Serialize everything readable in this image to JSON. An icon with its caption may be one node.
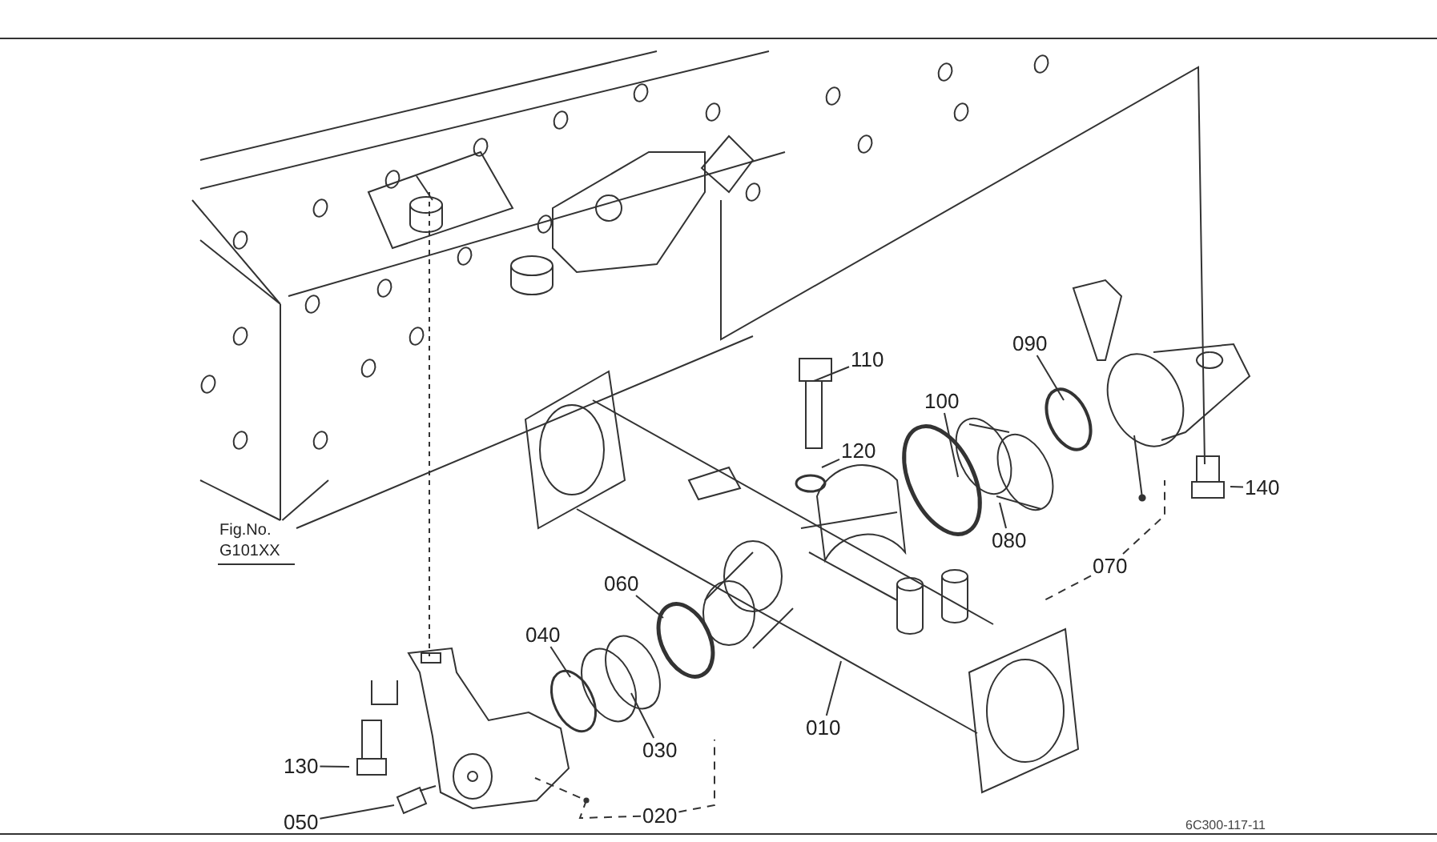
{
  "diagram": {
    "nodes": [
      {
        "text": [
          "110"
        ]
      },
      {
        "text": [
          "100"
        ]
      },
      {
        "text": [
          "090"
        ]
      },
      {
        "text": [
          "120"
        ]
      },
      {
        "text": [
          "140"
        ]
      },
      {
        "text": [
          "080"
        ]
      },
      {
        "text": [
          "070"
        ]
      },
      {
        "text": [
          "060"
        ]
      },
      {
        "text": [
          "040"
        ]
      },
      {
        "text": [
          "010"
        ]
      },
      {
        "text": [
          "030"
        ]
      },
      {
        "text": [
          "130"
        ]
      },
      {
        "text": [
          "020"
        ]
      },
      {
        "text": [
          "050"
        ]
      },
      {
        "text": [
          "Fig.No. G101XX"
        ]
      }
    ],
    "edges": [
      {
        "from": 0,
        "to": null,
        "arrow": "none"
      },
      {
        "from": 1,
        "to": null,
        "arrow": "none"
      },
      {
        "from": 2,
        "to": null,
        "arrow": "none"
      },
      {
        "from": 3,
        "to": null,
        "arrow": "none"
      },
      {
        "from": 4,
        "to": null,
        "arrow": "none"
      },
      {
        "from": 5,
        "to": null,
        "arrow": "none"
      },
      {
        "from": 6,
        "to": null,
        "arrow": "none",
        "style": "dashed"
      },
      {
        "from": 7,
        "to": null,
        "arrow": "none"
      },
      {
        "from": 8,
        "to": null,
        "arrow": "none"
      },
      {
        "from": 9,
        "to": null,
        "arrow": "none"
      },
      {
        "from": 10,
        "to": null,
        "arrow": "none"
      },
      {
        "from": 11,
        "to": null,
        "arrow": "none"
      },
      {
        "from": 12,
        "to": null,
        "arrow": "none",
        "style": "dashed"
      },
      {
        "from": 13,
        "to": null,
        "arrow": "none"
      },
      {
        "from": 14,
        "to": null,
        "arrow": "none"
      },
      {
        "from": 6,
        "to": null,
        "arrow": "none",
        "style": "dashed"
      },
      {
        "from": 12,
        "to": null,
        "arrow": "none",
        "style": "dashed"
      }
    ],
    "labels": [
      "6C300-117-11"
    ]
  }
}
